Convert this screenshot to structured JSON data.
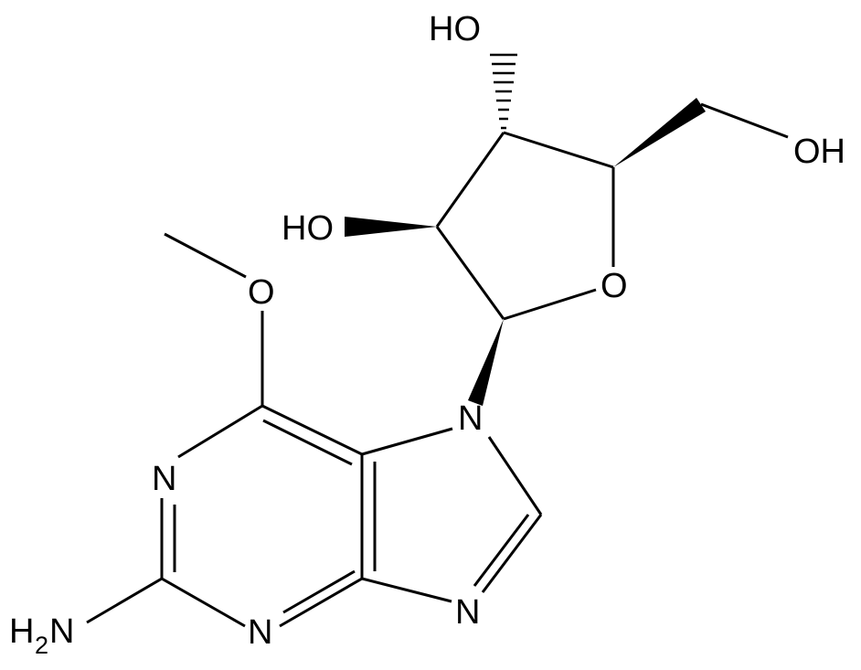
{
  "molecule": {
    "atom_labels": {
      "ho_top": "HO",
      "ho_left": "HO",
      "oh_right": "OH",
      "o_ring": "O",
      "o_methoxy": "O",
      "n_ring_left": "N",
      "n_ring_bottom": "N",
      "n_imidazole": "N",
      "n_glycosidic": "N",
      "amine_h": "H",
      "amine_sub": "2",
      "amine_n": "N"
    },
    "colors": {
      "bond": "#000000",
      "background": "#ffffff"
    }
  }
}
